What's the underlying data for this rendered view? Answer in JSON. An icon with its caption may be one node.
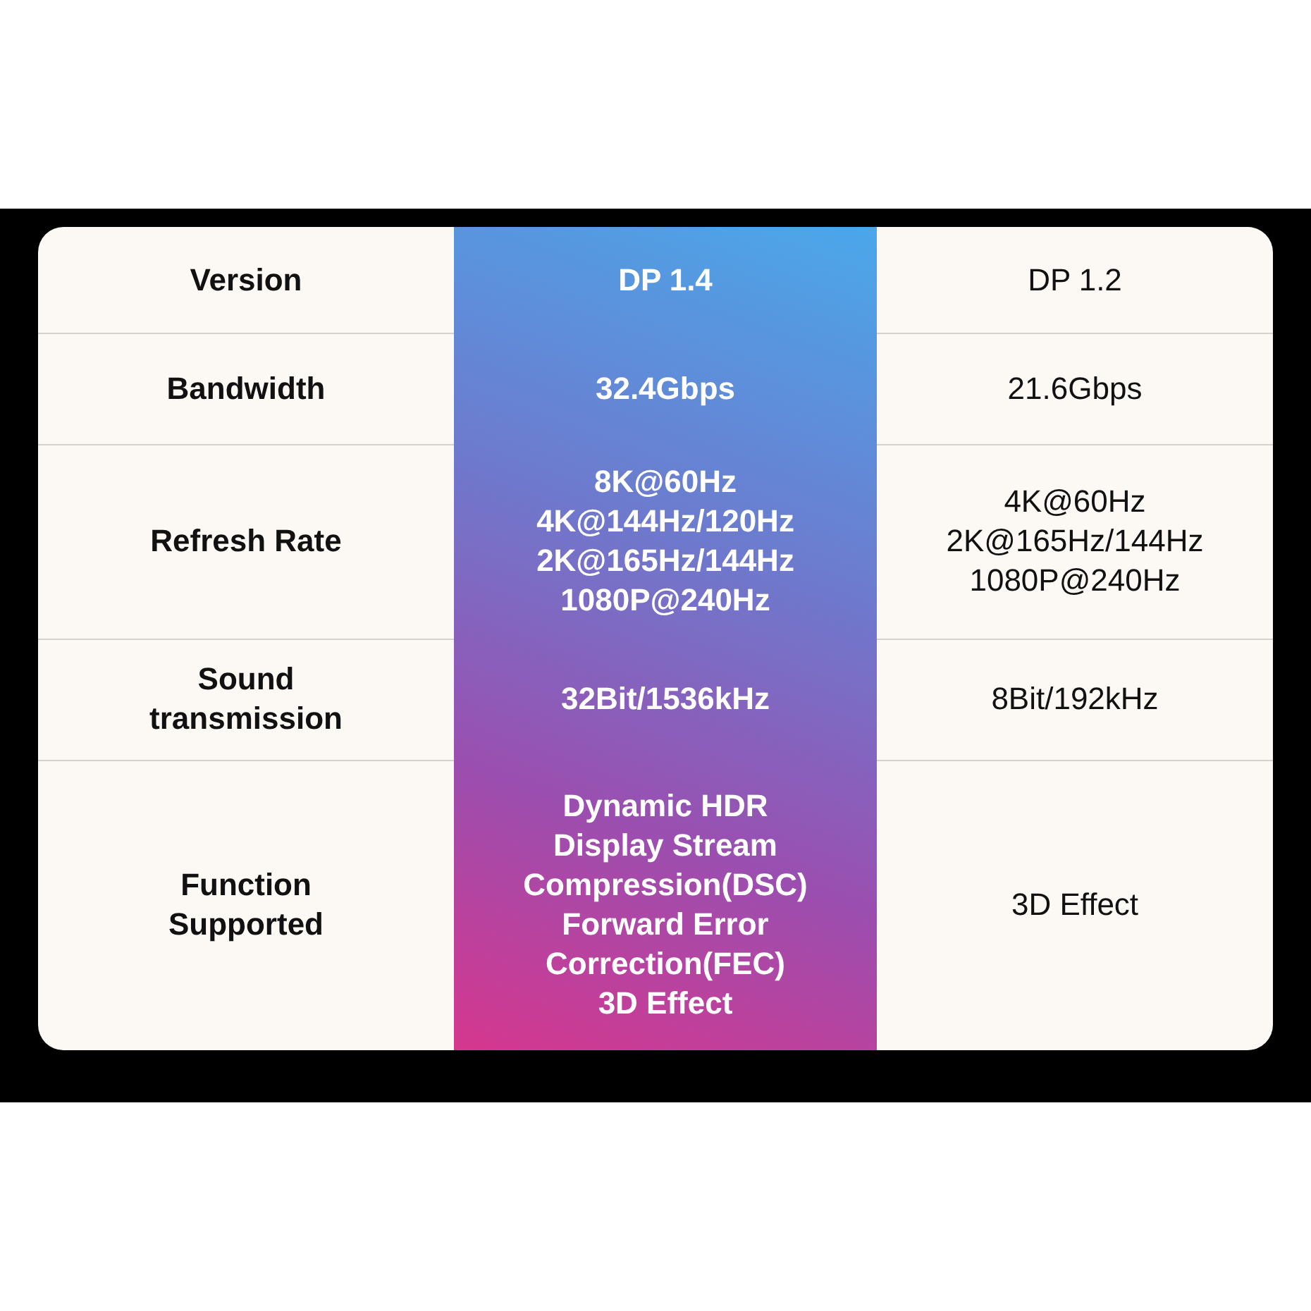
{
  "diagram": {
    "labels": [
      "Version",
      "DP 1.4",
      "DP 1.2",
      "Bandwidth",
      "32.4Gbps",
      "21.6Gbps",
      "Refresh Rate",
      "8K@60Hz",
      "4K@144Hz/120Hz",
      "2K@165Hz/144Hz",
      "1080P@240Hz",
      "4K@60Hz",
      "2K@165Hz/144Hz",
      "1080P@240Hz",
      "Sound transmission",
      "32Bit/1536kHz",
      "8Bit/192kHz",
      "Function Supported",
      "Dynamic HDR",
      "Display Stream Compression(DSC)",
      "Forward Error Correction(FEC)",
      "3D Effect",
      "3D Effect"
    ]
  }
}
